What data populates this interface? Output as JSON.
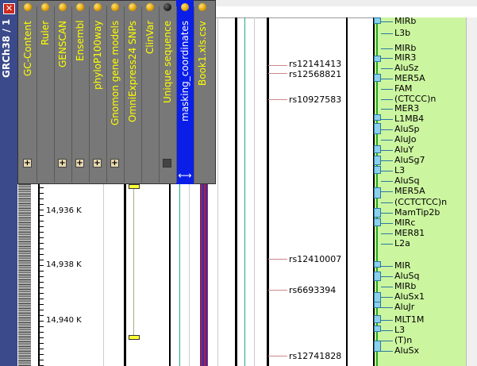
{
  "build": {
    "label": "GRCh38 / 1",
    "close_glyph": "✕"
  },
  "positions": [
    {
      "label": "14,936 K"
    },
    {
      "label": "14,938 K"
    },
    {
      "label": "14,940 K"
    }
  ],
  "snps": [
    "rs12141413",
    "rs12568821",
    "rs10927583",
    "rs12410007",
    "rs6693394",
    "rs12741828"
  ],
  "repeats": [
    "MIRb",
    "L3b",
    "MIRb",
    "MIR3",
    "AluSz",
    "MER5A",
    "FAM",
    "(CTCCC)n",
    "MER3",
    "L1MB4",
    "AluSp",
    "AluJo",
    "AluY",
    "AluSg7",
    "L3",
    "AluSq",
    "MER5A",
    "(CCTCTCC)n",
    "MamTip2b",
    "MIRc",
    "MER81",
    "L2a",
    "MIR",
    "AluSq",
    "MIRb",
    "AluSx1",
    "AluJr",
    "MLT1M",
    "L3",
    "(T)n",
    "AluSx"
  ],
  "tracks": [
    {
      "name": "GC-Content",
      "dot": "yellow",
      "control": "plus"
    },
    {
      "name": "Ruler",
      "dot": "yellow",
      "control": "none"
    },
    {
      "name": "GENSCAN",
      "dot": "yellow",
      "control": "plus"
    },
    {
      "name": "Ensembl",
      "dot": "yellow",
      "control": "plus"
    },
    {
      "name": "phyloP100way",
      "dot": "yellow",
      "control": "plus"
    },
    {
      "name": "Gnomon gene models",
      "dot": "yellow",
      "control": "plus"
    },
    {
      "name": "OmniExpress24 SNPs",
      "dot": "yellow",
      "control": "none"
    },
    {
      "name": "ClinVar",
      "dot": "yellow",
      "control": "none"
    },
    {
      "name": "Unique sequence",
      "dot": "dark",
      "control": "square"
    },
    {
      "name": "masking_coordinates",
      "dot": "yellow",
      "control": "arrows",
      "selected": true
    },
    {
      "name": "Book1.xls.csv",
      "dot": "yellow",
      "control": "none"
    }
  ],
  "arrows_glyph": "⟷",
  "plus_glyph": "+"
}
